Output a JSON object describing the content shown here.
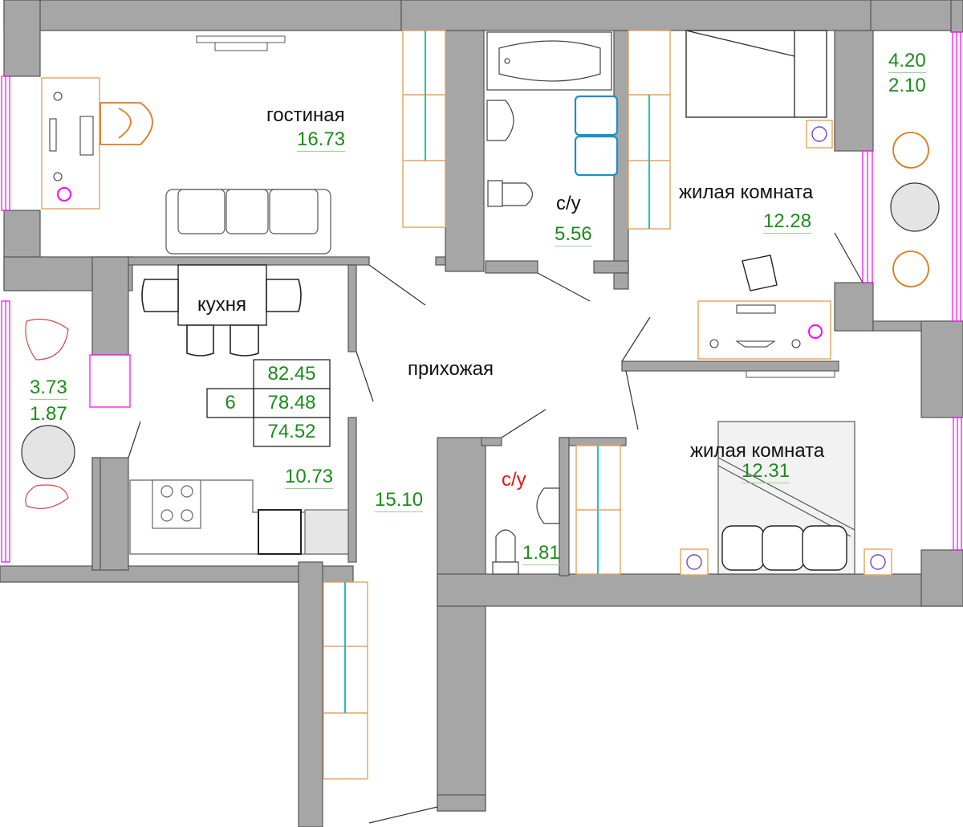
{
  "rooms": {
    "living": {
      "name": "гостиная",
      "area": "16.73"
    },
    "bath_main": {
      "name": "с/у",
      "area": "5.56"
    },
    "bedroom_1": {
      "name": "жилая комната",
      "area": "12.28"
    },
    "kitchen": {
      "name": "кухня",
      "area": "10.73"
    },
    "hall": {
      "name": "прихожая",
      "area": "15.10"
    },
    "bath_small": {
      "name": "с/у",
      "area": "1.81"
    },
    "bedroom_2": {
      "name": "жилая комната",
      "area": "12.31"
    },
    "balcony_left": {
      "area_full": "3.73",
      "area_reduced": "1.87"
    },
    "balcony_right": {
      "area_full": "4.20",
      "area_reduced": "2.10"
    }
  },
  "summary": {
    "apartment_number": "6",
    "total_area": "82.45",
    "living_area": "78.48",
    "reduced_area": "74.52"
  },
  "colors": {
    "wall": "#a6a6a6",
    "furniture_orange": "#e8a25a",
    "window_magenta": "#ff00ff",
    "label_green": "#1a8c1a",
    "label_red": "#e41414",
    "plumbing_blue": "#1b8fc8"
  }
}
